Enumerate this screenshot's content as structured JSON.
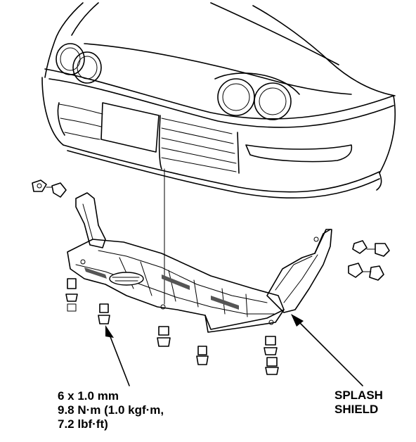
{
  "fastener_spec": {
    "size": "6 x 1.0 mm",
    "torque_metric": "9.8 N·m (1.0 kgf·m,",
    "torque_imperial": "7.2 lbf·ft)"
  },
  "part_label": {
    "line1": "SPLASH",
    "line2": "SHIELD"
  }
}
